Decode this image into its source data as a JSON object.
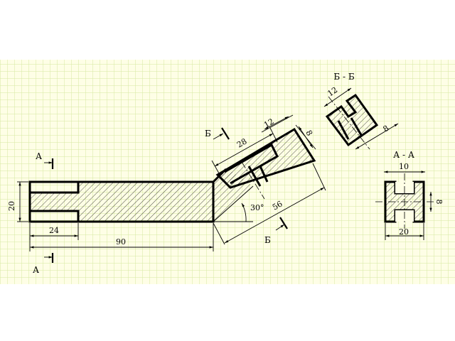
{
  "colors": {
    "paper": "#fefee6",
    "grid": "#d6e8a0",
    "ink": "#000000"
  },
  "section_labels": {
    "a_top": "А",
    "a_bottom": "А",
    "b_top": "Б",
    "b_bottom": "Б",
    "section_bb": "Б - Б",
    "section_aa": "А - А"
  },
  "dimensions": {
    "height_20": "20",
    "length_24": "24",
    "length_90": "90",
    "length_28": "28",
    "length_12": "12",
    "length_8": "8",
    "length_56": "56",
    "angle_30": "30°",
    "bb_width_12": "12",
    "bb_depth_8": "8",
    "aa_width_10": "10",
    "aa_depth_8": "8",
    "aa_width_20": "20"
  }
}
